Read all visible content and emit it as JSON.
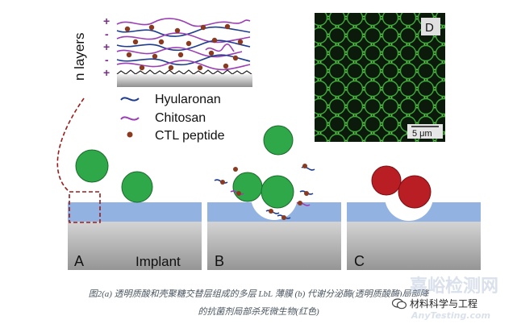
{
  "figure": {
    "charges": [
      "+",
      "-",
      "+",
      "-",
      "+"
    ],
    "layers_label": "n layers",
    "legend": {
      "hyaluronan": "Hyularonan",
      "chitosan": "Chitosan",
      "ctl": "CTL peptide"
    },
    "panel_labels": {
      "a": "A",
      "b": "B",
      "c": "C",
      "d": "D"
    },
    "implant_label": "Implant",
    "scale_bar": "5 μm",
    "colors": {
      "hyaluronan": "#1f3d8f",
      "chitosan": "#9b3fb5",
      "ctl": "#8b3a1f",
      "coating": "#92b2e2",
      "implant_top": "#e8e8e8",
      "implant_bottom": "#9a9a9a",
      "microbe_green": "#2fa84a",
      "microbe_red": "#b81e24",
      "dashed": "#9b1b1b"
    }
  },
  "caption": {
    "line1": "图2(a) 透明质酸和壳聚糖交替层组成的多层 LbL 薄膜 (b) 代谢分泌酶(透明质酸酶)局部降",
    "line2": "的抗菌剂局部杀死微生物(红色)"
  },
  "watermark": {
    "main": "嘉峪检测网",
    "url": "AnyTesting.com",
    "wechat": "材料科学与工程"
  }
}
